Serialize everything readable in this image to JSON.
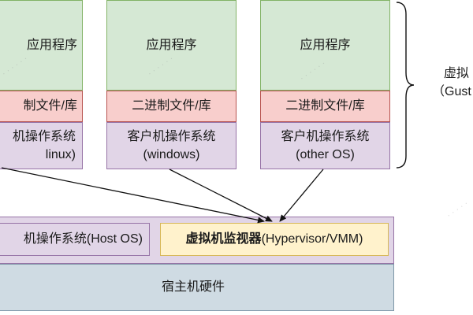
{
  "vms": [
    {
      "app": "应用程序",
      "lib": "制文件/库",
      "os_line1": "机操作系统",
      "os_line2": "linux)"
    },
    {
      "app": "应用程序",
      "lib": "二进制文件/库",
      "os_line1": "客户机操作系统",
      "os_line2": "(windows)"
    },
    {
      "app": "应用程序",
      "lib": "二进制文件/库",
      "os_line1": "客户机操作系统",
      "os_line2": "(other OS)"
    }
  ],
  "brace_label": {
    "line1": "虚拟",
    "line2": "（Gust"
  },
  "host_os": "机操作系统(Host OS)",
  "hypervisor": {
    "bold": "虚拟机监视器",
    "rest": "(Hypervisor/VMM)"
  },
  "hardware": "宿主机硬件",
  "colors": {
    "app_fill": "#d5e8d4",
    "lib_fill": "#f8cecc",
    "guest_os_fill": "#e1d5e7",
    "hypervisor_fill": "#fff2cc",
    "hardware_fill": "#cfdbe3"
  }
}
